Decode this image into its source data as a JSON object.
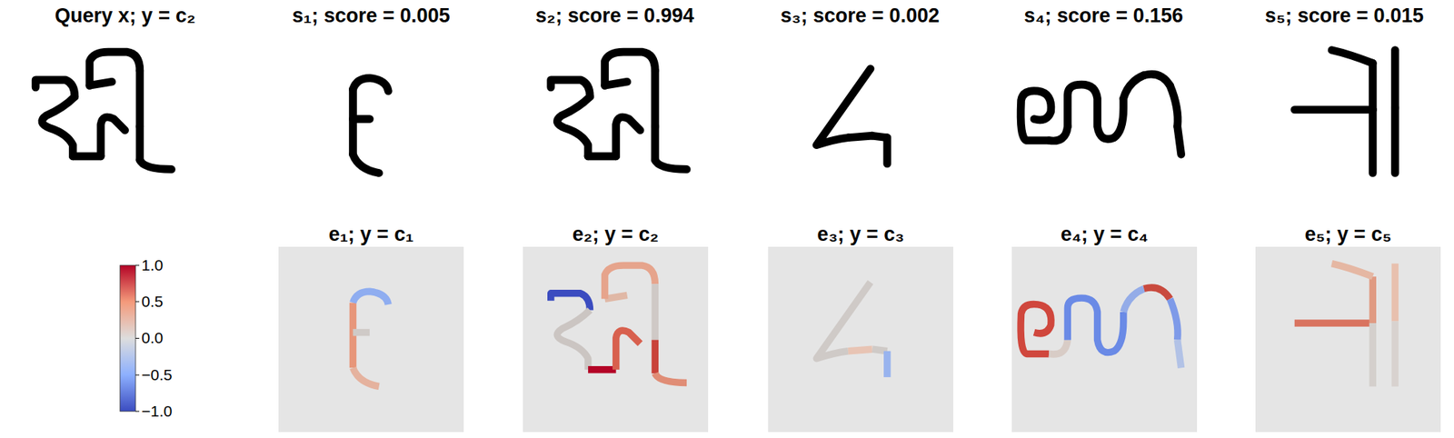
{
  "diagram": {
    "nodes": [
      {
        "text": [
          "e₁; y = c₁"
        ]
      },
      {
        "text": [
          "e₂; y = c₂"
        ]
      },
      {
        "text": [
          "e₃; y = c₃"
        ]
      },
      {
        "text": [
          "e₄; y = c₄"
        ]
      },
      {
        "text": [
          "e₅; y = c₅"
        ]
      }
    ],
    "labels": [
      "Query x; y = c₂",
      "s₁; score = 0.005",
      "s₂; score = 0.994",
      "s₃; score = 0.002",
      "s₄; score = 0.156",
      "s₅; score = 0.015",
      "1.0",
      "0.5",
      "0.0",
      "−0.5",
      "−1.0"
    ]
  }
}
